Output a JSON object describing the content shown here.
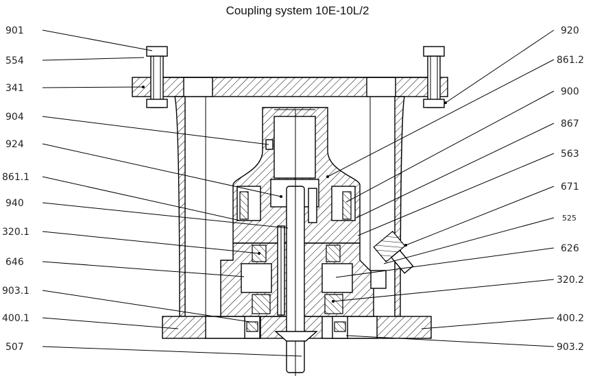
{
  "title": "Coupling system 10E-10L/2",
  "labels_left": [
    "901",
    "554",
    "341",
    "904",
    "924",
    "861.1",
    "940",
    "320.1",
    "646",
    "903.1",
    "400.1",
    "507"
  ],
  "labels_right": [
    "920",
    "861.2",
    "900",
    "867",
    "563",
    "671",
    "525",
    "626",
    "320.2",
    "400.2",
    "903.2"
  ]
}
